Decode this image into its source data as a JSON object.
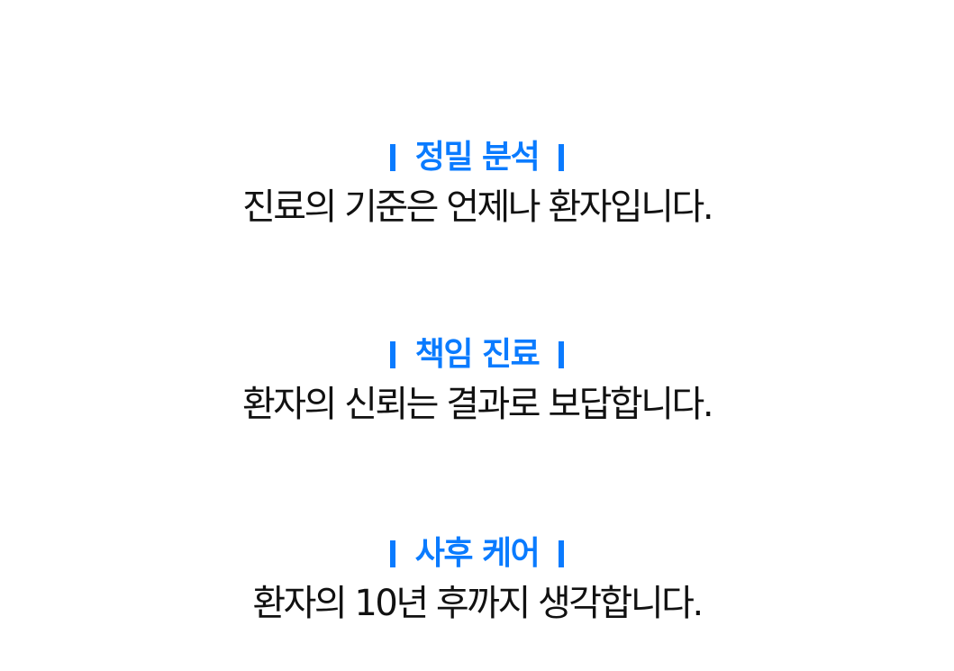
{
  "colors": {
    "accent": "#0a7bff",
    "text": "#111111",
    "background": "#ffffff"
  },
  "sections": [
    {
      "heading": "정밀 분석",
      "subtitle": "진료의 기준은 언제나 환자입니다."
    },
    {
      "heading": "책임 진료",
      "subtitle": "환자의 신뢰는 결과로 보답합니다."
    },
    {
      "heading": "사후 케어",
      "subtitle": "환자의 10년 후까지 생각합니다."
    }
  ]
}
